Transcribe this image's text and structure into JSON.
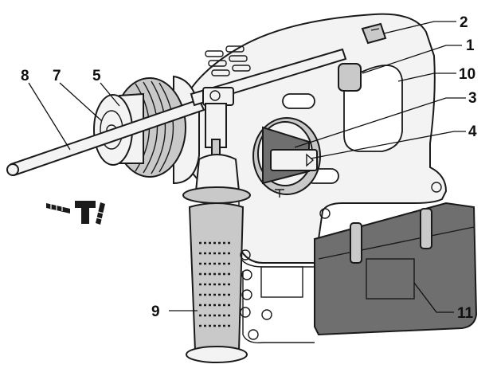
{
  "diagram": {
    "callouts": [
      {
        "id": "c1",
        "label": "1"
      },
      {
        "id": "c2",
        "label": "2"
      },
      {
        "id": "c3",
        "label": "3"
      },
      {
        "id": "c4",
        "label": "4"
      },
      {
        "id": "c5",
        "label": "5"
      },
      {
        "id": "c7",
        "label": "7"
      },
      {
        "id": "c8",
        "label": "8"
      },
      {
        "id": "c9",
        "label": "9"
      },
      {
        "id": "c10",
        "label": "10"
      },
      {
        "id": "c11",
        "label": "11"
      }
    ],
    "icons": [
      "drill-bit-icon",
      "hammer-icon",
      "chisel-icon"
    ],
    "colors": {
      "outline": "#1a1a1a",
      "body": "#f3f3f3",
      "battery": "#6f6f6f",
      "grip": "#c9c9c9"
    }
  }
}
